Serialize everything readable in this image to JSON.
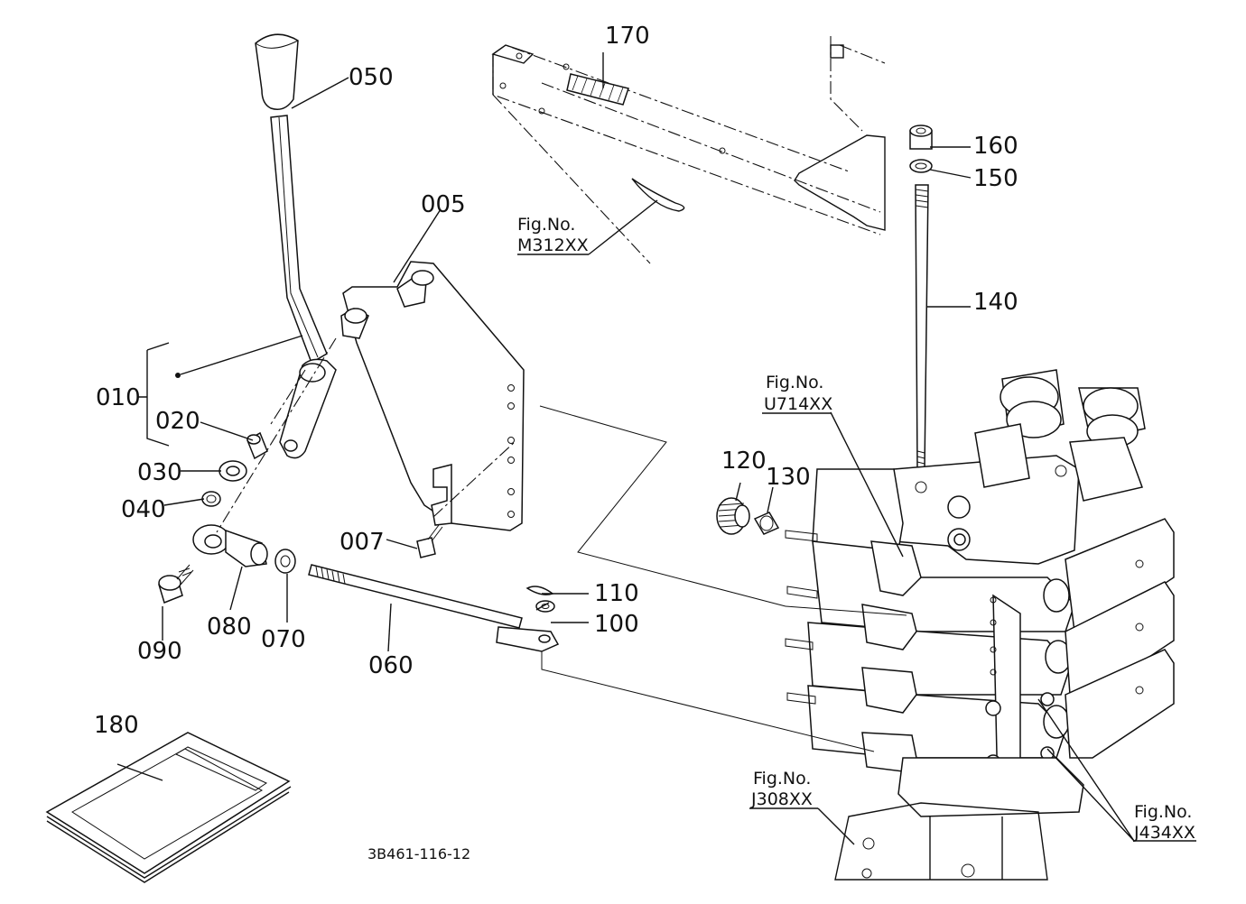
{
  "part_labels": {
    "p005": "005",
    "p007": "007",
    "p010": "010",
    "p020": "020",
    "p030": "030",
    "p040": "040",
    "p050": "050",
    "p060": "060",
    "p070": "070",
    "p080": "080",
    "p090": "090",
    "p100": "100",
    "p110": "110",
    "p120": "120",
    "p130": "130",
    "p140": "140",
    "p150": "150",
    "p160": "160",
    "p170": "170",
    "p180": "180"
  },
  "figure_refs": {
    "m312": {
      "label": "Fig.No.",
      "code": "M312XX"
    },
    "u714": {
      "label": "Fig.No.",
      "code": "U714XX"
    },
    "j308": {
      "label": "Fig.No.",
      "code": "J308XX"
    },
    "j434": {
      "label": "Fig.No.",
      "code": "J434XX"
    }
  },
  "drawing_code": "3B461-116-12"
}
